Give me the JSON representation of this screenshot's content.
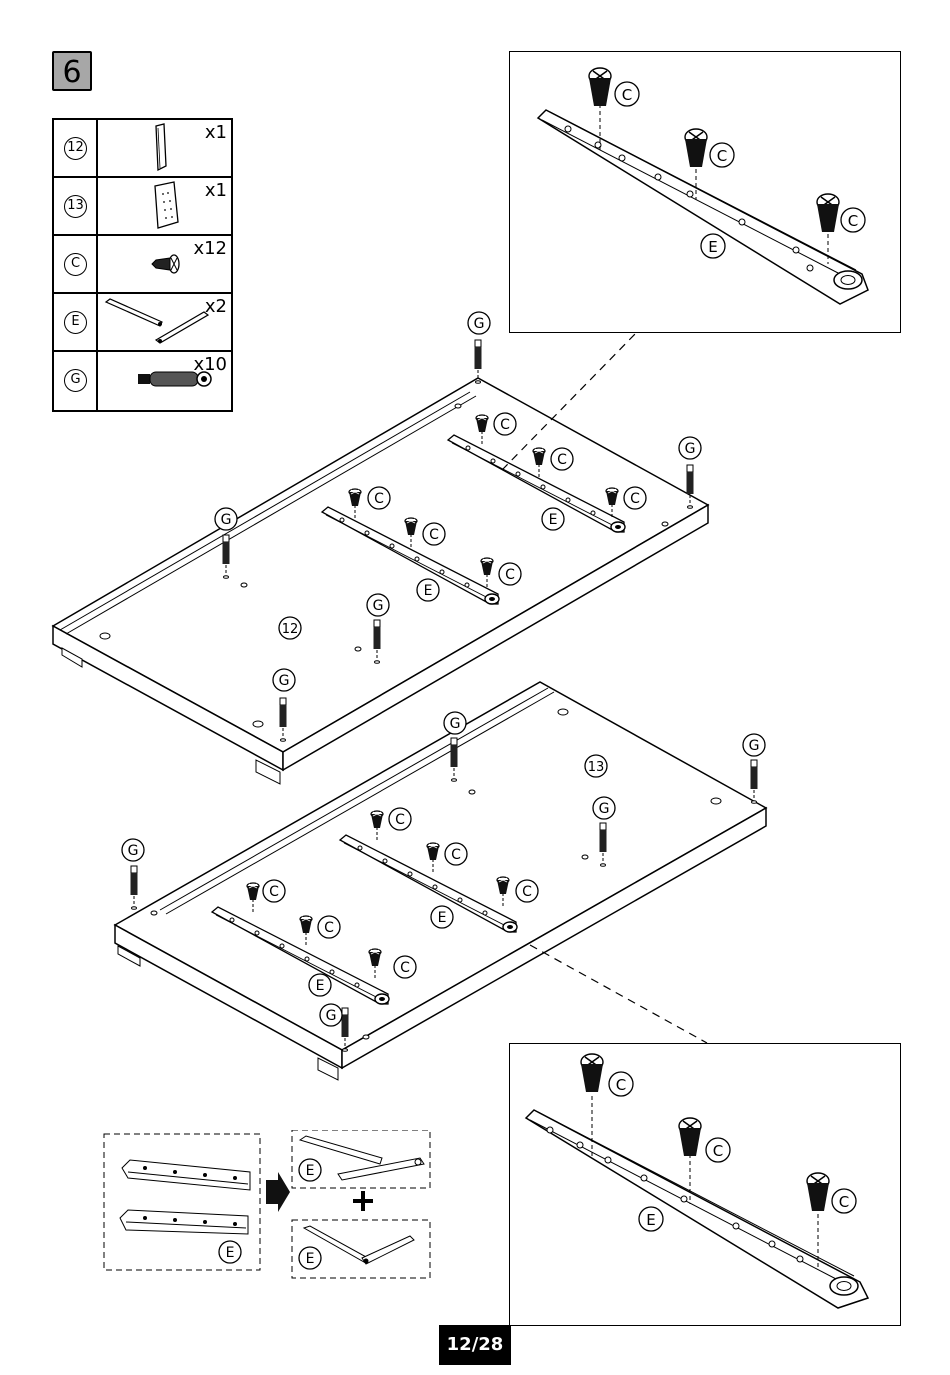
{
  "step": {
    "number": "6"
  },
  "parts_list": [
    {
      "id": "12",
      "qty": "x1",
      "icon": "board-panel-icon"
    },
    {
      "id": "13",
      "qty": "x1",
      "icon": "perforated-panel-icon"
    },
    {
      "id": "C",
      "qty": "x12",
      "icon": "screw-icon"
    },
    {
      "id": "E",
      "qty": "x2",
      "icon": "drawer-slide-icon"
    },
    {
      "id": "G",
      "qty": "x10",
      "icon": "cam-dowel-icon"
    }
  ],
  "labels": {
    "screw": "C",
    "slide": "E",
    "dowel": "G",
    "panel_top": "12",
    "panel_bottom": "13",
    "slide_a": "E",
    "slide_b": "E"
  },
  "page": {
    "number": "12/28"
  },
  "colors": {
    "badge": "#a7a7a7",
    "line": "#000000",
    "background": "#ffffff"
  }
}
